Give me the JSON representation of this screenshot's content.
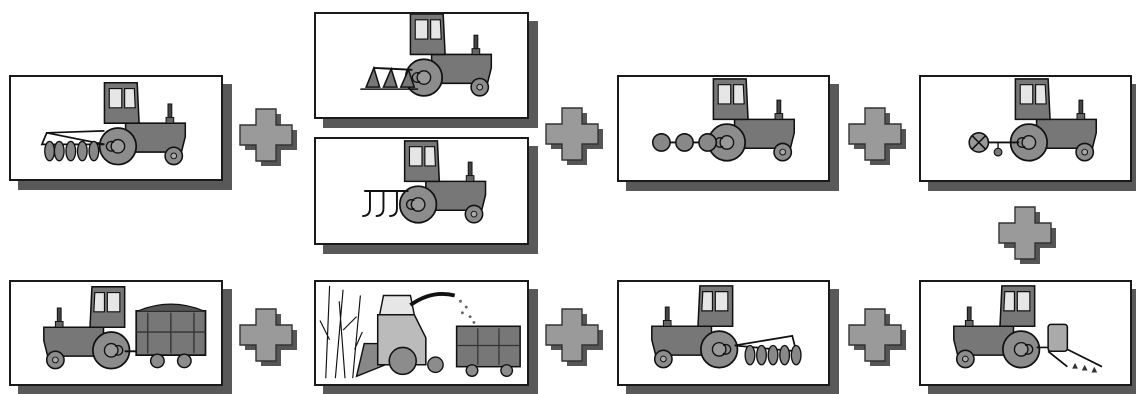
{
  "diagram": {
    "colors": {
      "border": "#1a1a1a",
      "shadow": "#595959",
      "tractor": "#777777",
      "cab_glass": "#e6e6e6",
      "wheel": "#8c8c8c",
      "plus_fill": "#9a9a9a",
      "plus_shadow": "#555555"
    },
    "panels": [
      {
        "implement": "disc-harrow",
        "row": 1
      },
      {
        "implement": "moldboard-plow",
        "row": 1
      },
      {
        "implement": "chisel-cultivator",
        "row": 1
      },
      {
        "implement": "roller",
        "row": 1
      },
      {
        "implement": "seed-drill",
        "row": 1
      },
      {
        "implement": "sprayer",
        "row": 2
      },
      {
        "implement": "disc-harrow",
        "row": 2
      },
      {
        "implement": "forage-harvester-with-trailer",
        "row": 2
      },
      {
        "implement": "grain-trailer",
        "row": 2
      }
    ],
    "connector_symbol": "plus"
  }
}
